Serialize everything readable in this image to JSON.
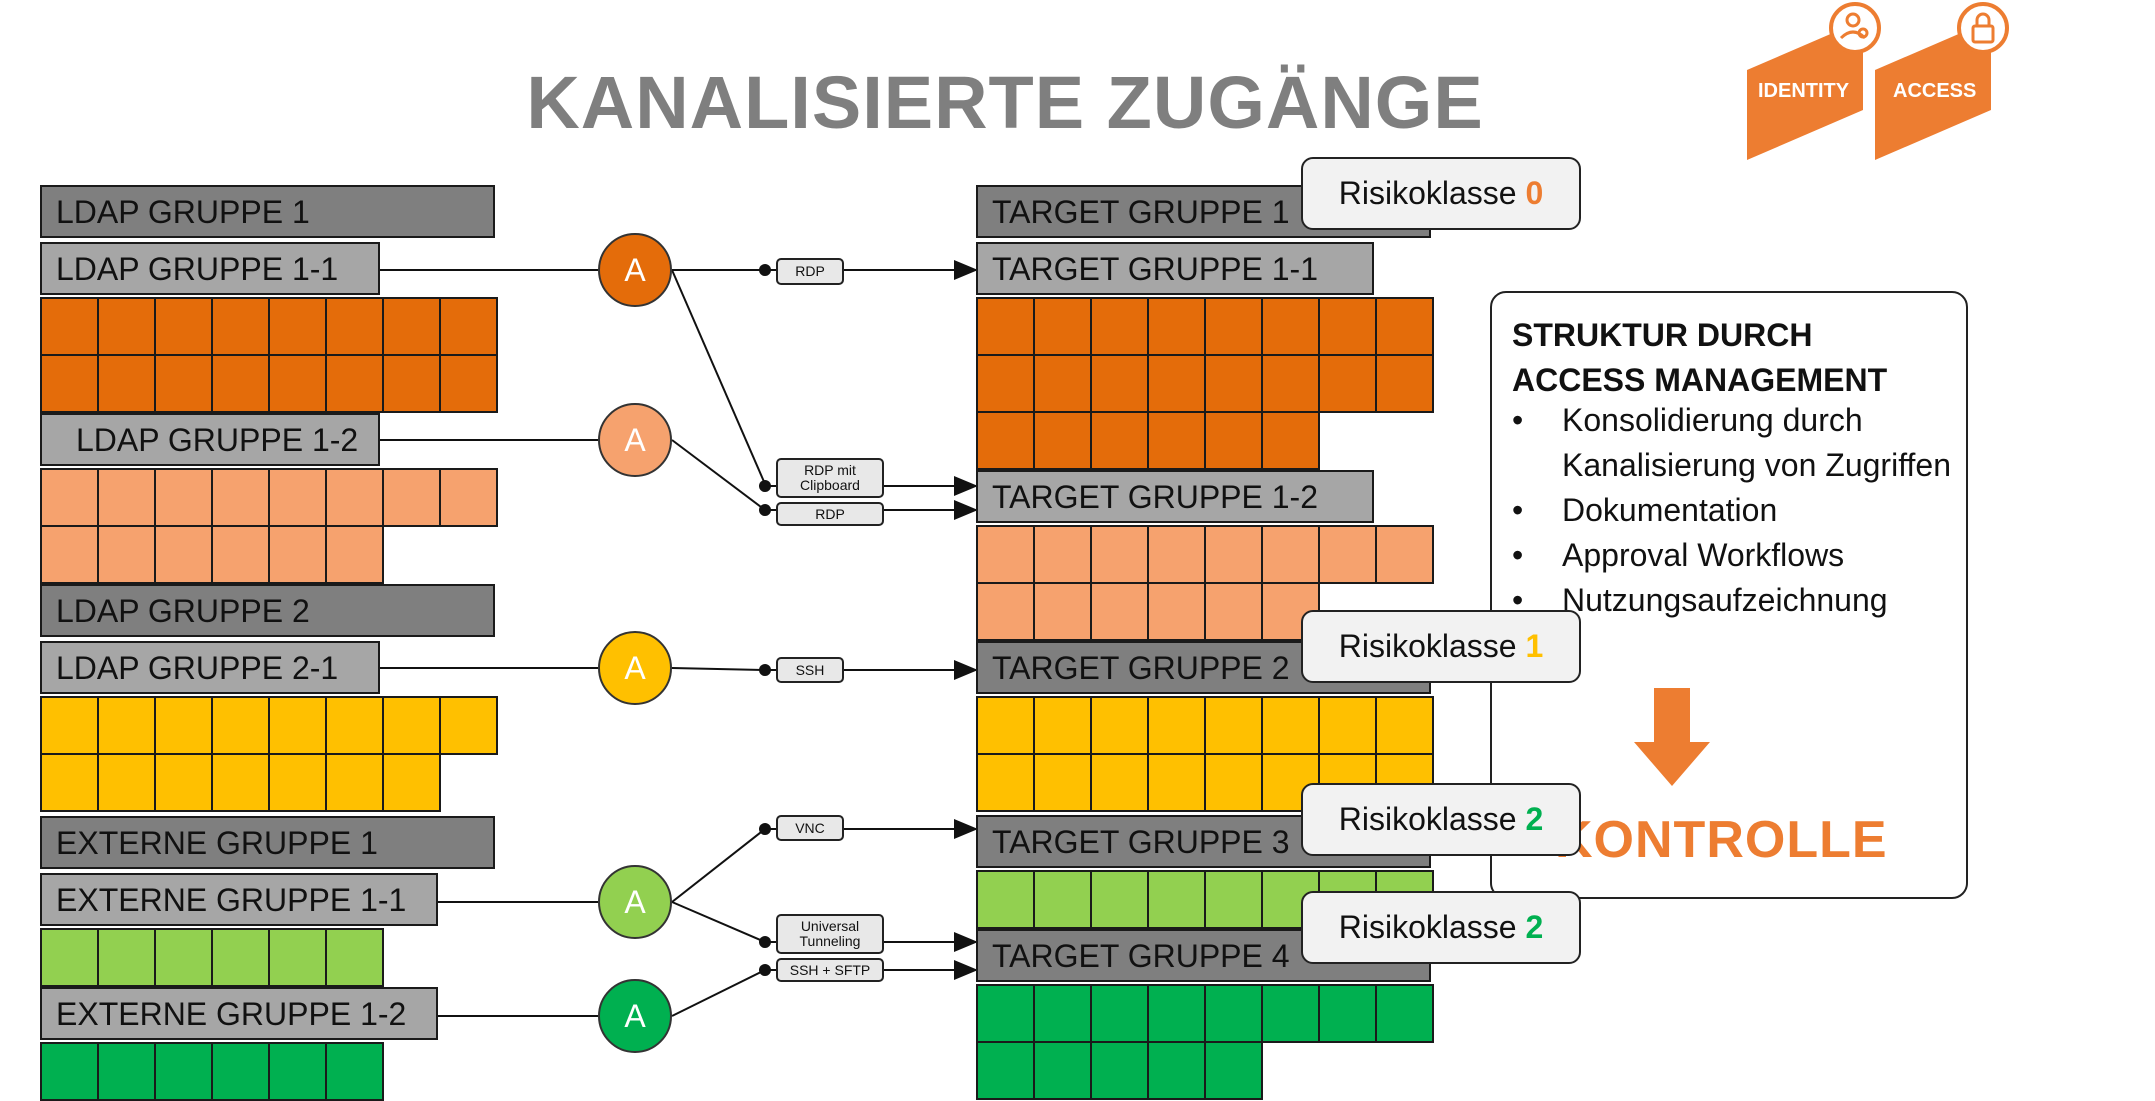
{
  "title": "KANALISIERTE ZUGÄNGE",
  "logo": {
    "identity": "IDENTITY",
    "access": "ACCESS",
    "icon1": "user-key-icon",
    "icon2": "lock-icon"
  },
  "colors": {
    "dark_orange": "#e46c0a",
    "light_orange": "#f6a26e",
    "yellow": "#ffc000",
    "light_green": "#92d050",
    "green": "#00b050",
    "accent": "#ed7d31"
  },
  "ldap": {
    "g1": "LDAP GRUPPE 1",
    "g1_1": "LDAP GRUPPE 1-1",
    "g1_2": "LDAP GRUPPE 1-2",
    "g2": "LDAP GRUPPE 2",
    "g2_1": "LDAP GRUPPE 2-1",
    "e1": "EXTERNE GRUPPE 1",
    "e1_1": "EXTERNE GRUPPE 1-1",
    "e1_2": "EXTERNE GRUPPE 1-2"
  },
  "targets": {
    "t1": "TARGET GRUPPE 1",
    "t1_1": "TARGET GRUPPE 1-1",
    "t1_2": "TARGET GRUPPE 1-2",
    "t2": "TARGET GRUPPE 2",
    "t3": "TARGET GRUPPE 3",
    "t4": "TARGET GRUPPE 4"
  },
  "nodes": {
    "label": "A"
  },
  "protocols": {
    "rdp": "RDP",
    "rdp_clip": "RDP mit\nClipboard",
    "rdp2": "RDP",
    "ssh": "SSH",
    "vnc": "VNC",
    "ut": "Universal\nTunneling",
    "sftp": "SSH + SFTP"
  },
  "risk": {
    "label": "Risikoklasse",
    "r0": "0",
    "r1": "1",
    "r2a": "2",
    "r2b": "2"
  },
  "info": {
    "title": "STRUKTUR DURCH ACCESS MANAGEMENT",
    "bullet": "•",
    "items": [
      "Konsolidierung durch Kanalisierung von Zugriffen",
      "Dokumentation",
      "Approval Workflows",
      "Nutzungsaufzeichnung"
    ],
    "result": "KONTROLLE"
  }
}
